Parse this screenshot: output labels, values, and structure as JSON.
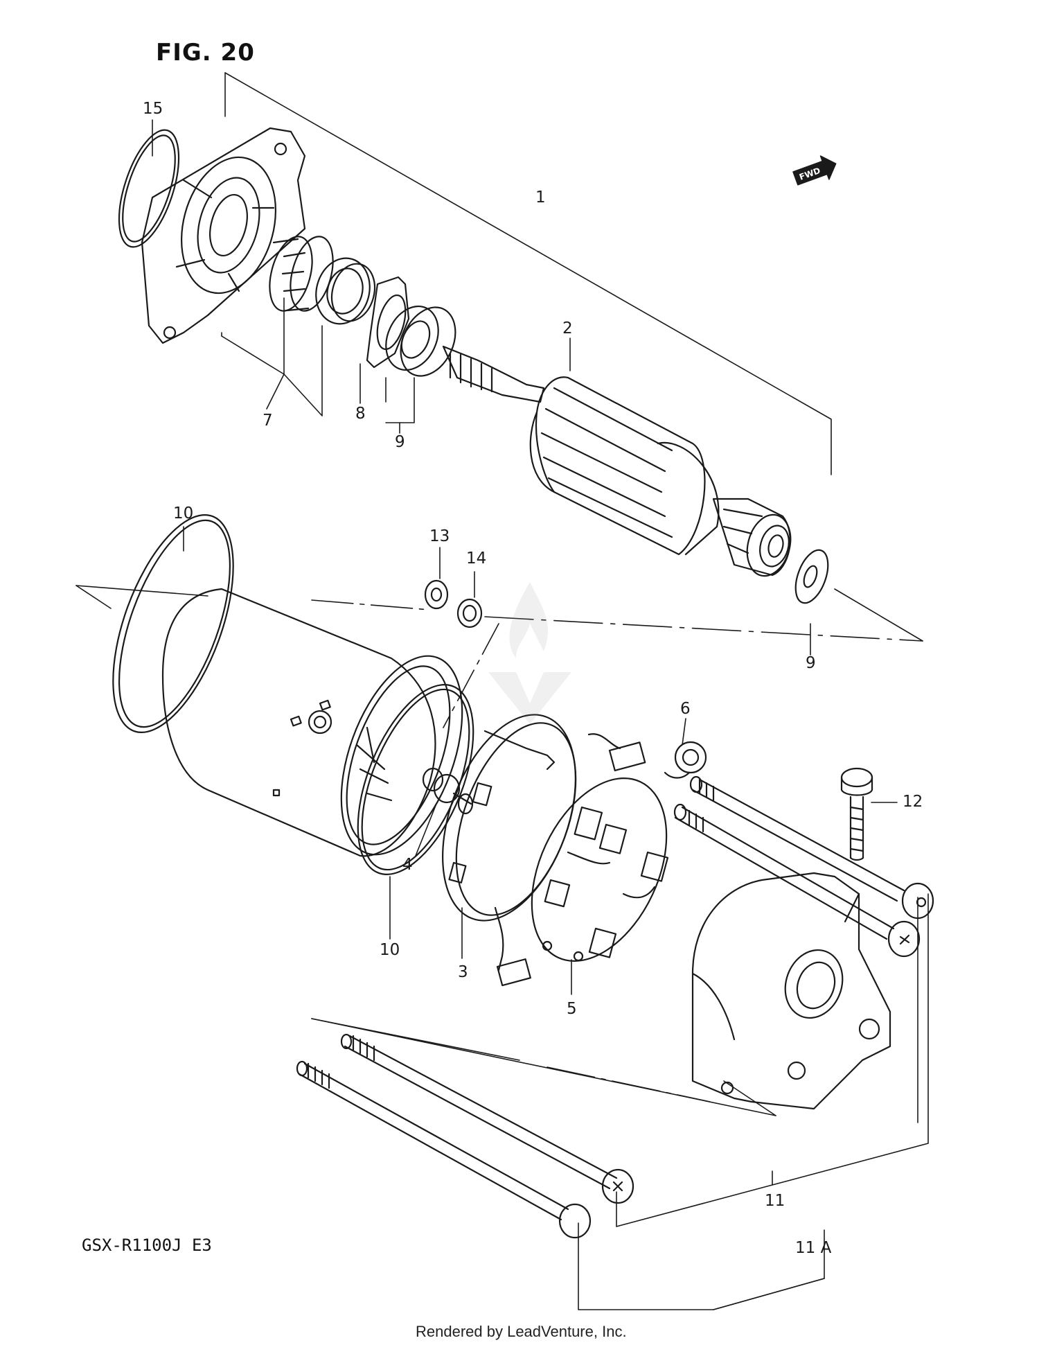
{
  "figure": {
    "title": "FIG. 20",
    "model": "GSX-R1100J  E3",
    "footer": "Rendered by LeadVenture, Inc.",
    "fwd_mark": "FWD"
  },
  "callouts": [
    {
      "id": "c1",
      "text": "1"
    },
    {
      "id": "c2",
      "text": "2"
    },
    {
      "id": "c3",
      "text": "3"
    },
    {
      "id": "c4",
      "text": "4"
    },
    {
      "id": "c5",
      "text": "5"
    },
    {
      "id": "c6",
      "text": "6"
    },
    {
      "id": "c7",
      "text": "7"
    },
    {
      "id": "c8",
      "text": "8"
    },
    {
      "id": "c9a",
      "text": "9"
    },
    {
      "id": "c9b",
      "text": "9"
    },
    {
      "id": "c10a",
      "text": "10"
    },
    {
      "id": "c10b",
      "text": "10"
    },
    {
      "id": "c11",
      "text": "11"
    },
    {
      "id": "c11a",
      "text": "11 A"
    },
    {
      "id": "c12",
      "text": "12"
    },
    {
      "id": "c13",
      "text": "13"
    },
    {
      "id": "c14",
      "text": "14"
    },
    {
      "id": "c15",
      "text": "15"
    }
  ],
  "style": {
    "line_color": "#1a1a1a",
    "paper_color": "#ffffff"
  },
  "icons": [
    "fwd-arrow-icon",
    "watermark-logo-icon"
  ]
}
